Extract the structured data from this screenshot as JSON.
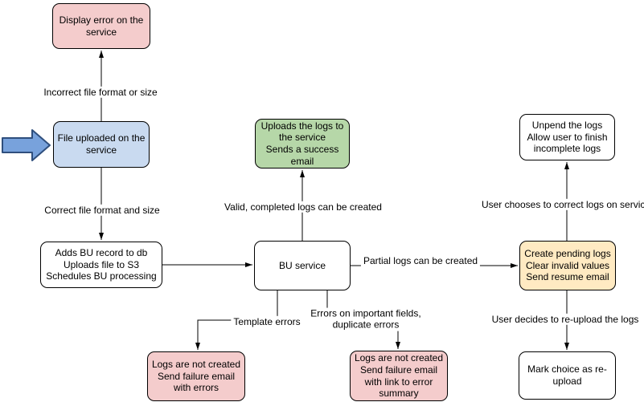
{
  "diagram": {
    "nodes": [
      {
        "id": "display-error",
        "text": "Display error on the service",
        "fill": "#f4cccc"
      },
      {
        "id": "file-uploaded",
        "text": "File uploaded on the service",
        "fill": "#c9daf0"
      },
      {
        "id": "adds-bu-record",
        "text": "Adds BU record to db\nUploads file to S3\nSchedules BU processing",
        "fill": "#ffffff"
      },
      {
        "id": "uploads-logs-success",
        "text": "Uploads the logs to the service\nSends a success email",
        "fill": "#b6d7a8"
      },
      {
        "id": "bu-service",
        "text": "BU service",
        "fill": "#ffffff"
      },
      {
        "id": "unpend-logs",
        "text": "Unpend the logs\nAllow user to finish incomplete logs",
        "fill": "#ffffff"
      },
      {
        "id": "create-pending-logs",
        "text": "Create pending logs\nClear invalid values\nSend resume email",
        "fill": "#ffeac2"
      },
      {
        "id": "mark-choice-reupload",
        "text": "Mark choice as re-upload",
        "fill": "#ffffff"
      },
      {
        "id": "logs-not-created-errors",
        "text": "Logs are not created\nSend failure email with errors",
        "fill": "#f4cccc"
      },
      {
        "id": "logs-not-created-summary",
        "text": "Logs are not created\nSend failure email with link to error summary",
        "fill": "#f4cccc"
      }
    ],
    "edge_labels": [
      {
        "id": "incorrect-format",
        "text": "Incorrect file format or size"
      },
      {
        "id": "correct-format",
        "text": "Correct file format and size"
      },
      {
        "id": "valid-completed",
        "text": "Valid, completed logs can be created"
      },
      {
        "id": "partial-logs",
        "text": "Partial logs can be created"
      },
      {
        "id": "template-errors",
        "text": "Template errors"
      },
      {
        "id": "important-fields",
        "text": "Errors on important fields,\nduplicate errors"
      },
      {
        "id": "user-chooses",
        "text": "User chooses to correct logs on service"
      },
      {
        "id": "user-decides",
        "text": "User decides to re-upload the logs"
      }
    ],
    "colors": {
      "node_pink": "#f4cccc",
      "node_blue": "#c9daf0",
      "node_green": "#b6d7a8",
      "node_yellow": "#ffeac2",
      "node_white": "#ffffff",
      "edge": "#000000",
      "input_arrow_fill": "#78a2dc",
      "input_arrow_stroke": "#2f4f7d"
    }
  }
}
